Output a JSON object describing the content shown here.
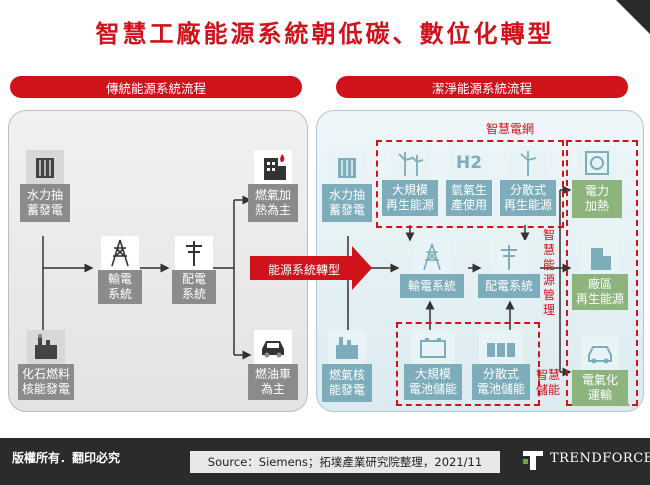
{
  "title": "智慧工廠能源系統朝低碳、數位化轉型",
  "headers": {
    "left": "傳統能源系統流程",
    "right": "潔淨能源系統流程"
  },
  "left": {
    "hydro": "水力抽\n蓄發電",
    "fossil": "化石燃料\n核能發電",
    "transmission": "輸電\n系統",
    "distribution": "配電\n系統",
    "gas_heat": "燃氣加\n熱為主",
    "fuel_car": "燃油車\n為主"
  },
  "transition_label": "能源系統轉型",
  "right": {
    "smart_grid_label": "智慧電網",
    "hydro": "水力抽\n蓄發電",
    "gas_gen": "燃氣核\n能發電",
    "large_renew": "大規模\n再生能源",
    "hydrogen": "氫氣生\n產使用",
    "dist_renew": "分散式\n再生能源",
    "h2_symbol": "H2",
    "transmission": "輸電系統",
    "distribution": "配電系統",
    "large_storage": "大規模\n電池儲能",
    "dist_storage": "分散式\n電池儲能",
    "smart_storage": "智慧\n儲能",
    "smart_energy_mgmt": "智慧能源管理",
    "elec_heat": "電力\n加熱",
    "plant_renew": "廠區\n再生能源",
    "ev": "電氣化\n運輸"
  },
  "footer": {
    "copyright": "版權所有．翻印必究",
    "source": "Source：Siemens；拓墣產業研究院整理，2021/11",
    "brand": "TRENDFORCE"
  },
  "colors": {
    "accent": "#d0121b",
    "gray_label": "#8b8b8b",
    "teal_label": "#7dadbb",
    "green_label": "#8db47d"
  }
}
